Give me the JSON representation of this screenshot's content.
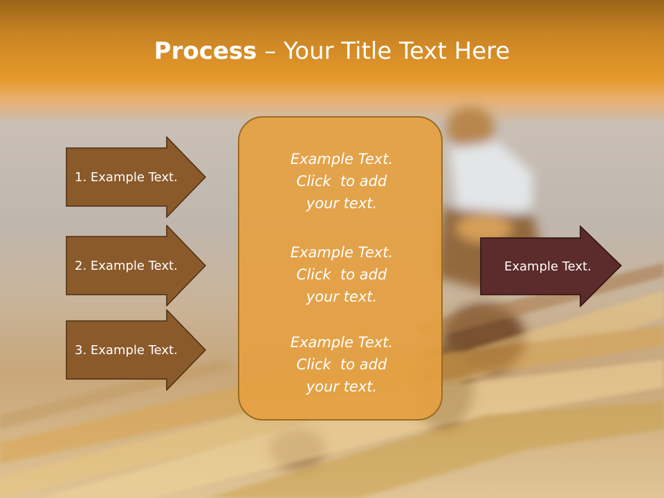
{
  "title": {
    "bold": "Process",
    "separator": "–",
    "rest": "Your Title Text Here"
  },
  "left_arrows": [
    {
      "label": "1. Example Text."
    },
    {
      "label": "2. Example Text."
    },
    {
      "label": "3. Example Text."
    }
  ],
  "center": {
    "blocks": [
      {
        "lines": [
          "Example Text.",
          "Click  to add",
          "your text."
        ]
      },
      {
        "lines": [
          "Example Text.",
          "Click  to add",
          "your text."
        ]
      },
      {
        "lines": [
          "Example Text.",
          "Click  to add",
          "your text."
        ]
      }
    ]
  },
  "right_arrow": {
    "label": "Example Text."
  },
  "colors": {
    "left_arrow_fill": "#8b5a2b",
    "right_arrow_fill": "#5c2b2b",
    "center_fill": "#e5a142",
    "title_band": "#d88f27"
  }
}
